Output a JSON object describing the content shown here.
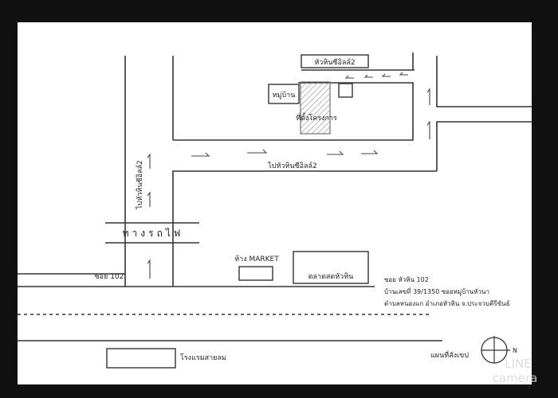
{
  "map": {
    "road_label_top": "หัวหินซีอิลล์2",
    "village_label": "หมู่บ้าน",
    "project_label": "ที่ตั้งโครงการ",
    "road_label_mid": "ไปหัวหินซีอิลล์2",
    "road_label_vertical": "ไปหัวหินซีอิลล์2",
    "railway_label": "ทางรถไฟ",
    "soi_label": "ซอย 102",
    "market_label": "ห้าง MARKET",
    "fresh_market_label": "ตลาดสดหัวหิน",
    "hotel_label": "โรงแรมสายลม",
    "address": {
      "line1": "ซอย หัวหิน 102",
      "line2": "บ้านเลขที่ 39/1350 ซอยหมู่บ้านหัวนา",
      "line3": "ตำบลหนองแก อำเภอหัวหิน จ.ประจวบคีรีขันธ์"
    },
    "legend_label": "แผนที่สังเขป",
    "compass_north": "N"
  },
  "watermark": {
    "line1": "LINE",
    "line2": "camera"
  },
  "colors": {
    "paper": "#ffffff",
    "frame": "#111111",
    "ink": "#333333"
  }
}
